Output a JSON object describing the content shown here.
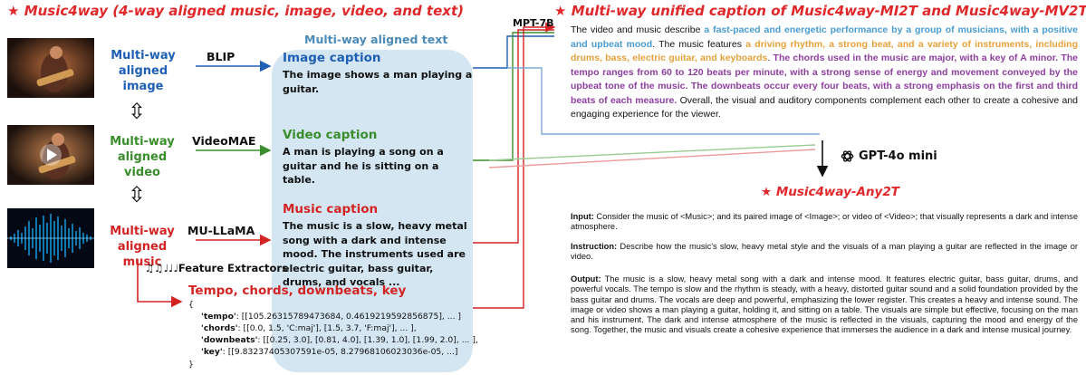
{
  "titles": {
    "left": "Music4way (4-way aligned music, image, video, and text)",
    "right": "Multi-way unified caption of Music4way-MI2T and Music4way-MV2T",
    "star": "★"
  },
  "modalities": {
    "image": {
      "line1": "Multi-way",
      "line2": "aligned image",
      "model": "BLIP"
    },
    "video": {
      "line1": "Multi-way",
      "line2": "aligned video",
      "model": "VideoMAE"
    },
    "music": {
      "line1": "Multi-way",
      "line2": "aligned music",
      "model": "MU-LLaMA"
    },
    "double_arrow": "⇳"
  },
  "aligned_text": {
    "title": "Multi-way aligned text",
    "image_caption": {
      "heading": "Image caption",
      "body": "The image shows a man playing a guitar."
    },
    "video_caption": {
      "heading": "Video caption",
      "body": "A man is playing a song on a guitar and he is sitting on a table."
    },
    "music_caption": {
      "heading": "Music caption",
      "body": "The music is a slow, heavy metal song with a dark and intense mood. The instruments used are electric guitar, bass guitar, drums, and vocals ..."
    }
  },
  "features": {
    "extractor_label": "Feature Extractors",
    "notes": "♫♫♩♩♩",
    "heading": "Tempo, chords, downbeats, key",
    "open": "{",
    "close": "}",
    "rows": [
      {
        "key": "'tempo'",
        "value": ": [[105.26315789473684, 0.4619219592856875], ... ]"
      },
      {
        "key": "'chords'",
        "value": ": [[0.0, 1.5, 'C:maj'], [1.5, 3.7, 'F:maj'], ... ],"
      },
      {
        "key": "'downbeats'",
        "value": ": [[0.25, 3.0], [0.81, 4.0], [1.39, 1.0], [1.99, 2.0], ... ],"
      },
      {
        "key": "'key'",
        "value": ": [[9.83237405307591e-05, 8.27968106023036e-05, ...]"
      }
    ]
  },
  "mpt_label": "MPT-7B",
  "unified_caption": {
    "p1": "The video and music describe ",
    "h1": "a fast-paced and energetic performance by a group of musicians, with a positive and upbeat mood",
    "p2": ". The music features ",
    "h2": "a driving rhythm, a strong beat, and a variety of instruments, including drums, bass, electric guitar, and keyboards",
    "p3": ". ",
    "h3": "The chords used in the music are major, with a key of A minor. The tempo ranges from 60 to 120 beats per minute, with a strong sense of energy and movement conveyed by the upbeat tone of the music. The downbeats occur every four beats, with a strong emphasis on the first and third beats of each measure.",
    "p4": " Overall, the visual and auditory components complement each other to create a cohesive and engaging experience for the viewer."
  },
  "gpt": {
    "label": "GPT-4o mini",
    "logo": "openai-logo-icon"
  },
  "any2t": {
    "title": "Music4way-Any2T",
    "input_label": "Input:",
    "input": " Consider the music of <Music>; and its paired image of <Image>; or video of <Video>; that visually represents a dark and intense atmosphere.",
    "instruction_label": "Instruction:",
    "instruction": " Describe how the music's slow, heavy metal style and the visuals of a man playing a guitar are reflected in the image or video.",
    "output_label": "Output:",
    "output": " The music is a slow, heavy metal song with a dark and intense mood. It features electric guitar, bass guitar, drums, and powerful vocals. The tempo is slow and the rhythm is steady, with a heavy, distorted guitar sound and a solid foundation provided by the bass guitar and drums. The vocals are deep and powerful, emphasizing the lower register. This creates a heavy and intense sound. The image or video shows a man playing a guitar, holding it, and sitting on a table. The visuals are simple but effective, focusing on the man and his instrument. The dark and intense atmosphere of the music is reflected in the visuals, capturing the mood and energy of the song. Together, the music and visuals create a cohesive experience that immerses the audience in a dark and intense musical journey."
  },
  "colors": {
    "red": "#e0282a",
    "blue": "#1f5fb5",
    "green": "#3a8d2c",
    "bubble": "#d3e6f2"
  }
}
